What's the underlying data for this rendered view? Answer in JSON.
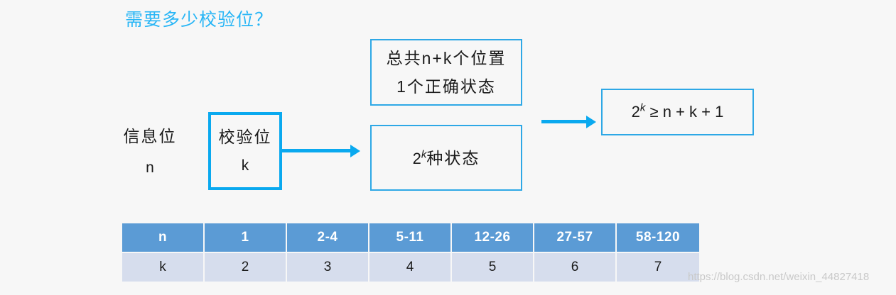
{
  "slide": {
    "title": "需要多少校验位？",
    "background_color": "#f7f7f7",
    "accent_color": "#0aa9ef",
    "title_color": "#29b6f6"
  },
  "diagram": {
    "info_bits": {
      "label": "信息位",
      "symbol": "n"
    },
    "check_bits": {
      "label": "校验位",
      "symbol": "k",
      "border_color": "#0aa9ef"
    },
    "positions_box": {
      "line1": "总共n+k个位置",
      "line2": "1个正确状态",
      "border_color": "#2ea8e6"
    },
    "states_box": {
      "base": "2",
      "exponent": "k",
      "suffix": "种状态",
      "border_color": "#2ea8e6"
    },
    "formula_box": {
      "base": "2",
      "exponent": "k",
      "relation": " ≥ n + k + 1",
      "border_color": "#2ea8e6"
    },
    "arrows": {
      "arrow_1_name": "arrow-check-bits-to-states",
      "arrow_2_name": "arrow-states-to-formula"
    }
  },
  "table": {
    "header_bg": "#5b9bd5",
    "row_bg": "#d6dded",
    "header": [
      "n",
      "1",
      "2-4",
      "5-11",
      "12-26",
      "27-57",
      "58-120"
    ],
    "row": [
      "k",
      "2",
      "3",
      "4",
      "5",
      "6",
      "7"
    ]
  },
  "watermark": {
    "text": "https://blog.csdn.net/weixin_44827418"
  }
}
